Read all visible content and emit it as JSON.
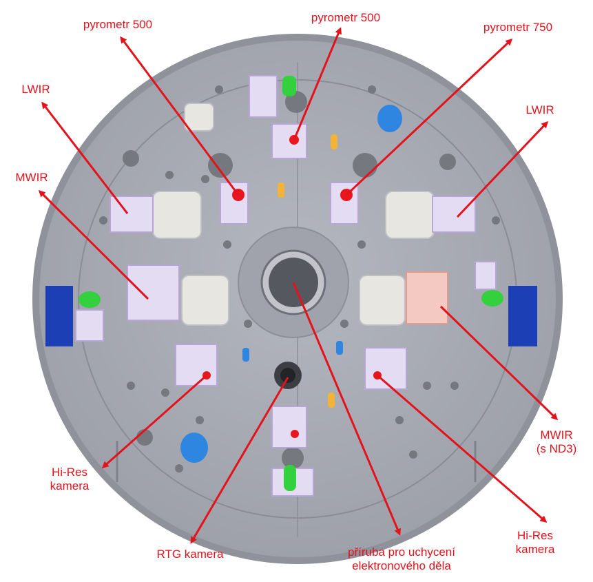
{
  "colors": {
    "annotation": "#e3121b",
    "plate": "#a5a8b1",
    "plate_rim": "#8e9099",
    "side_block": "#1c3fb5",
    "sensor_green": "#33d13d",
    "sensor_blue": "#2f86e0",
    "sensor_yellow": "#f2b338"
  },
  "labels": {
    "pyro500_left": "pyrometr 500",
    "pyro500_center": "pyrometr 500",
    "pyro750": "pyrometr 750",
    "lwir_left": "LWIR",
    "lwir_right": "LWIR",
    "mwir_left": "MWIR",
    "mwir_right_line1": "MWIR",
    "mwir_right_line2": "(s ND3)",
    "hires_left_line1": "Hi-Res",
    "hires_left_line2": "kamera",
    "hires_right_line1": "Hi-Res",
    "hires_right_line2": "kamera",
    "rtg": "RTG kamera",
    "flange_line1": "příruba pro uchycení",
    "flange_line2": "elektronového děla"
  }
}
